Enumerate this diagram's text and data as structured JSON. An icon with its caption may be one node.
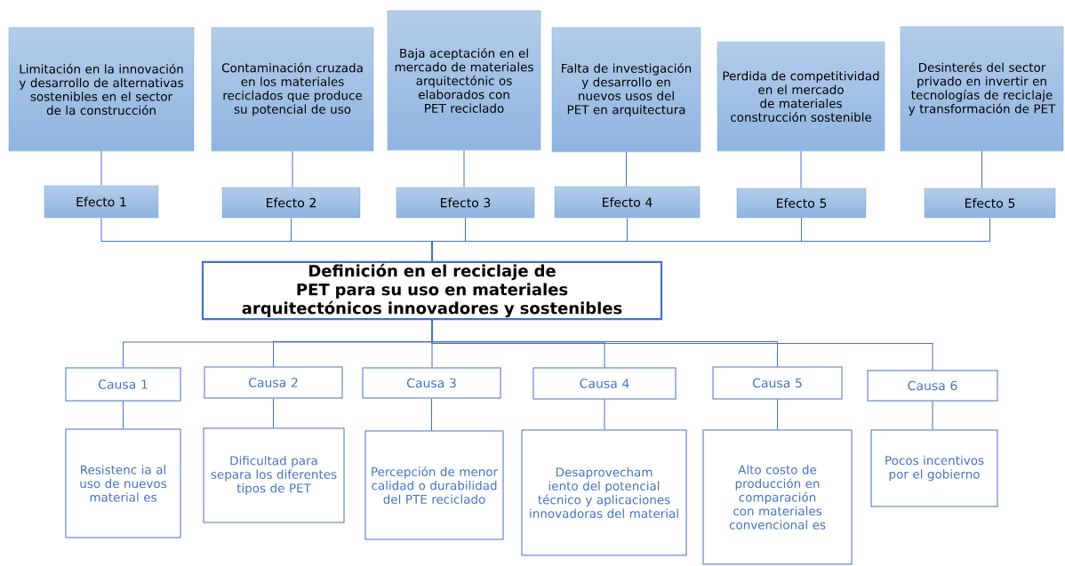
{
  "diagram": {
    "nodes": [
      {
        "text": [
          "Limitación en la innovación y desarrollo de alternativas sostenibles en el sector de la construcción"
        ]
      },
      {
        "text": [
          "Contaminación cruzada en los materiales reciclados que produce su potencial de uso"
        ]
      },
      {
        "text": [
          "Baja aceptación en el mercado de materiales arquitectónic os elaborados con PET reciclado"
        ]
      },
      {
        "text": [
          "Falta de investigación y desarrollo en nuevos usos del PET en arquitectura"
        ]
      },
      {
        "text": [
          "Perdida de competitividad en el mercado de materiales construcción sostenible"
        ]
      },
      {
        "text": [
          "Desinterés del sector privado en invertir en tecnologías de reciclaje y transformación de PET"
        ]
      },
      {
        "text": [
          "Efecto 1"
        ]
      },
      {
        "text": [
          "Efecto 2"
        ]
      },
      {
        "text": [
          "Efecto 3"
        ]
      },
      {
        "text": [
          "Efecto 4"
        ]
      },
      {
        "text": [
          "Efecto 5"
        ]
      },
      {
        "text": [
          "Efecto 5"
        ]
      },
      {
        "text": [
          "Definición en el reciclaje de PET para su uso en materiales arquitectónicos innovadores y sostenibles"
        ]
      },
      {
        "text": [
          "Causa 1"
        ]
      },
      {
        "text": [
          "Causa 2"
        ]
      },
      {
        "text": [
          "Causa 3"
        ]
      },
      {
        "text": [
          "Causa 4"
        ]
      },
      {
        "text": [
          "Causa 5"
        ]
      },
      {
        "text": [
          "Causa 6"
        ]
      },
      {
        "text": [
          "Resistenc ia al uso de nuevos material es"
        ]
      },
      {
        "text": [
          "Dificultad para separa los diferentes tipos de PET"
        ]
      },
      {
        "text": [
          "Percepción de menor calidad o durabilidad del PTE reciclado"
        ]
      },
      {
        "text": [
          "Desaprovecham iento del potencial técnico y aplicaciones innovadoras del material"
        ]
      },
      {
        "text": [
          "Alto costo de producción en comparación con materiales convencional es"
        ]
      },
      {
        "text": [
          "Pocos incentivos por el gobierno"
        ]
      }
    ],
    "edges": [
      {
        "from": 0,
        "to": 6,
        "arrow": "none"
      },
      {
        "from": 1,
        "to": 7,
        "arrow": "none"
      },
      {
        "from": 2,
        "to": 8,
        "arrow": "none"
      },
      {
        "from": 3,
        "to": 9,
        "arrow": "none"
      },
      {
        "from": 4,
        "to": 10,
        "arrow": "none"
      },
      {
        "from": 5,
        "to": 11,
        "arrow": "none"
      },
      {
        "from": 6,
        "to": 12,
        "arrow": "none"
      },
      {
        "from": 7,
        "to": 12,
        "arrow": "none"
      },
      {
        "from": 8,
        "to": 12,
        "arrow": "none"
      },
      {
        "from": 9,
        "to": 12,
        "arrow": "none"
      },
      {
        "from": 10,
        "to": 12,
        "arrow": "none"
      },
      {
        "from": 11,
        "to": 12,
        "arrow": "none"
      },
      {
        "from": 12,
        "to": 13,
        "arrow": "none"
      },
      {
        "from": 12,
        "to": 14,
        "arrow": "none"
      },
      {
        "from": 12,
        "to": 15,
        "arrow": "none"
      },
      {
        "from": 12,
        "to": 16,
        "arrow": "none"
      },
      {
        "from": 12,
        "to": 17,
        "arrow": "none"
      },
      {
        "from": 12,
        "to": 18,
        "arrow": "none"
      },
      {
        "from": 13,
        "to": 19,
        "arrow": "none"
      },
      {
        "from": 14,
        "to": 20,
        "arrow": "none"
      },
      {
        "from": 15,
        "to": 21,
        "arrow": "none"
      },
      {
        "from": 16,
        "to": 22,
        "arrow": "none"
      },
      {
        "from": 17,
        "to": 23,
        "arrow": "none"
      },
      {
        "from": 18,
        "to": 24,
        "arrow": "none"
      }
    ]
  }
}
